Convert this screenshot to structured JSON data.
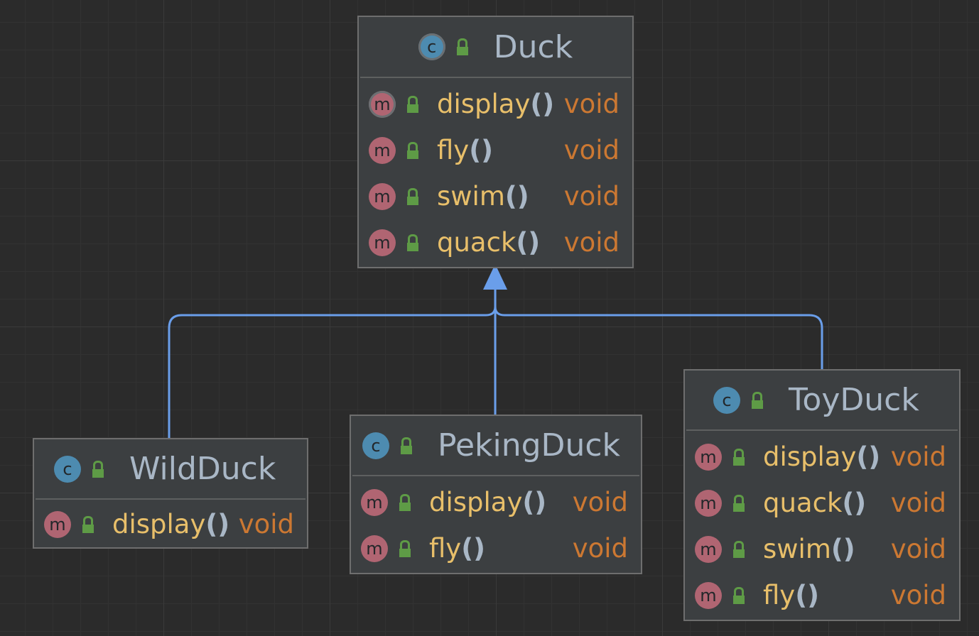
{
  "classes": {
    "duck": {
      "badge": "c",
      "name": "Duck",
      "methods": [
        {
          "badge": "m",
          "name": "display",
          "parens": "()",
          "type": "void"
        },
        {
          "badge": "m",
          "name": "fly",
          "parens": "()",
          "type": "void"
        },
        {
          "badge": "m",
          "name": "swim",
          "parens": "()",
          "type": "void"
        },
        {
          "badge": "m",
          "name": "quack",
          "parens": "()",
          "type": "void"
        }
      ]
    },
    "wildduck": {
      "badge": "c",
      "name": "WildDuck",
      "methods": [
        {
          "badge": "m",
          "name": "display",
          "parens": "()",
          "type": "void"
        }
      ]
    },
    "pekingduck": {
      "badge": "c",
      "name": "PekingDuck",
      "methods": [
        {
          "badge": "m",
          "name": "display",
          "parens": "()",
          "type": "void"
        },
        {
          "badge": "m",
          "name": "fly",
          "parens": "()",
          "type": "void"
        }
      ]
    },
    "toyduck": {
      "badge": "c",
      "name": "ToyDuck",
      "methods": [
        {
          "badge": "m",
          "name": "display",
          "parens": "()",
          "type": "void"
        },
        {
          "badge": "m",
          "name": "quack",
          "parens": "()",
          "type": "void"
        },
        {
          "badge": "m",
          "name": "swim",
          "parens": "()",
          "type": "void"
        },
        {
          "badge": "m",
          "name": "fly",
          "parens": "()",
          "type": "void"
        }
      ]
    }
  },
  "colors": {
    "background": "#2b2b2b",
    "node_fill": "#3c3f41",
    "class_badge": "#4d8bb0",
    "method_badge": "#b06572",
    "method_name": "#e8bf6a",
    "return_type": "#cc7832",
    "visibility_lock": "#5e9b46",
    "inheritance_edge": "#6a9eea"
  }
}
